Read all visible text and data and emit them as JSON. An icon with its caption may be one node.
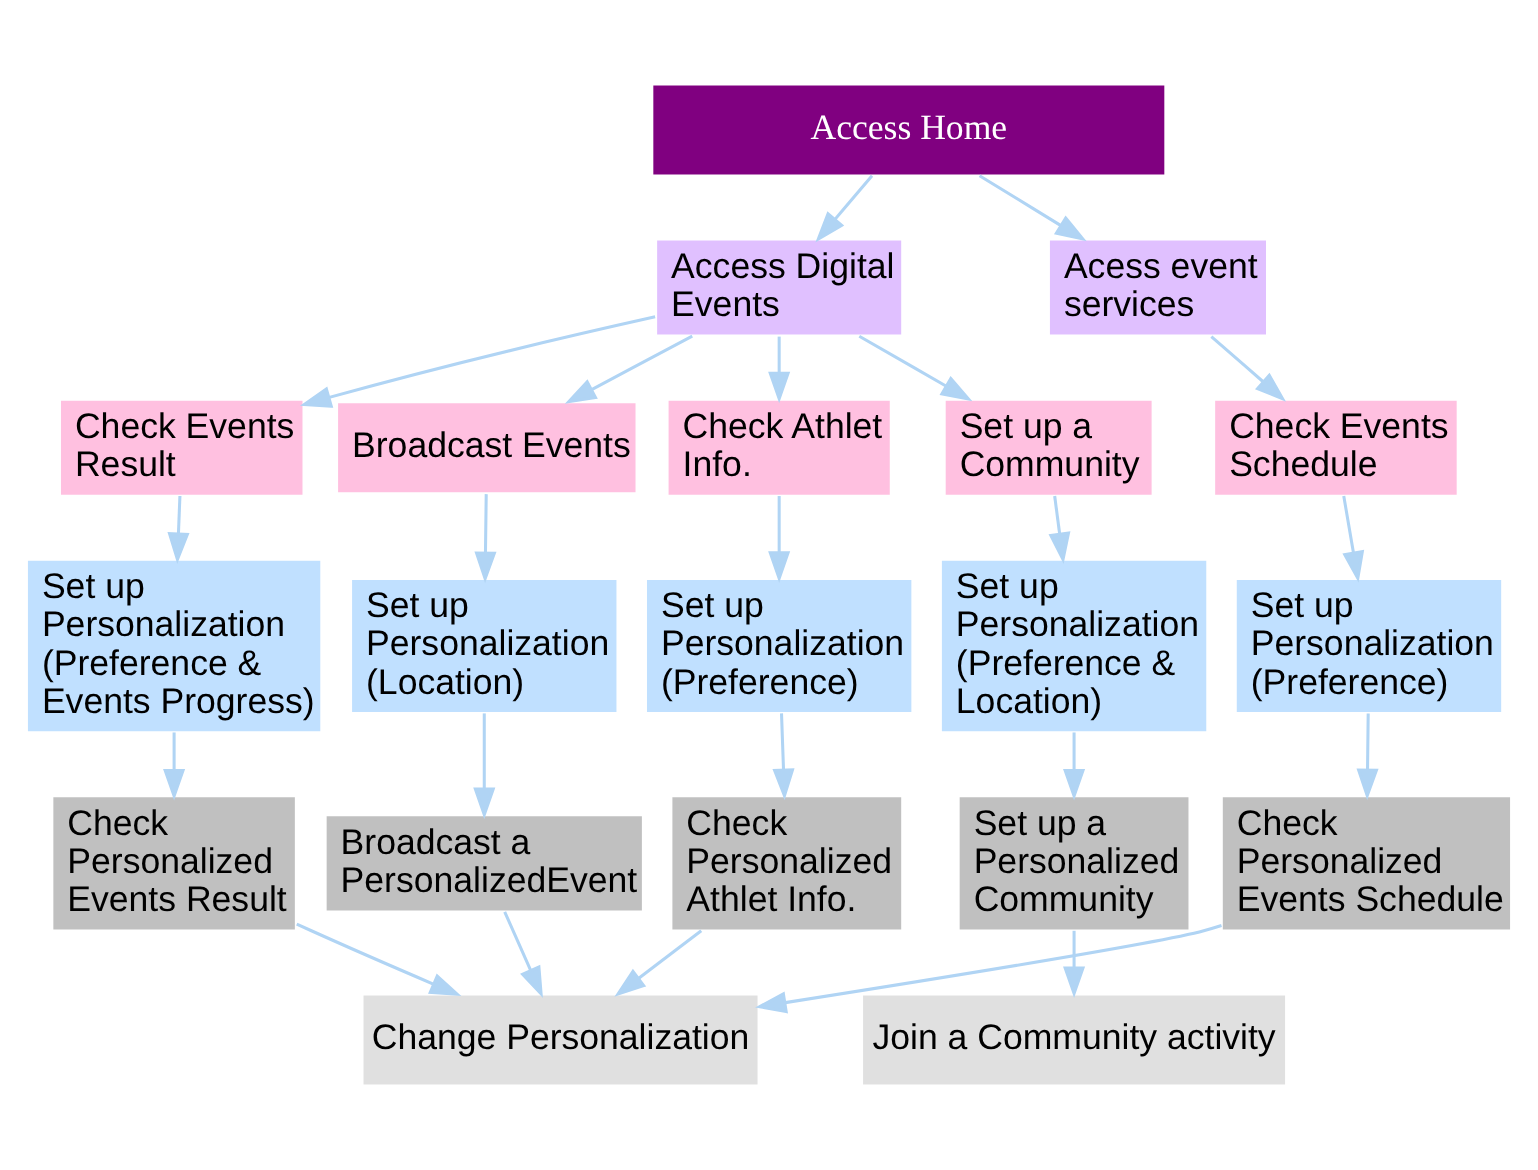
{
  "diagram": {
    "nodes": [
      {
        "text": [
          "Access Home"
        ]
      },
      {
        "text": [
          "Access Digital Events"
        ]
      },
      {
        "text": [
          "Acess event services"
        ]
      },
      {
        "text": [
          "Broadcast Events"
        ]
      },
      {
        "text": [
          "Check Athlet Info."
        ]
      },
      {
        "text": [
          "Check Events Result"
        ]
      },
      {
        "text": [
          "Set up a Community"
        ]
      },
      {
        "text": [
          "Check Events Schedule"
        ]
      },
      {
        "text": [
          "Set up Personalization (Location)"
        ]
      },
      {
        "text": [
          "Set up Personalization (Preference)"
        ]
      },
      {
        "text": [
          "Set up Personalization (Preference & Events Progress)"
        ]
      },
      {
        "text": [
          "Set up Personalization (Preference & Location)"
        ]
      },
      {
        "text": [
          "Set up Personalization (Preference)"
        ]
      },
      {
        "text": [
          "Broadcast a PersonalizedEvent"
        ]
      },
      {
        "text": [
          "Check Personalized Athlet Info."
        ]
      },
      {
        "text": [
          "Check Personalized Events Result"
        ]
      },
      {
        "text": [
          "Set up a Personalized Community"
        ]
      },
      {
        "text": [
          "Check Personalized Events Schedule"
        ]
      },
      {
        "text": [
          "Change Personalization"
        ]
      },
      {
        "text": [
          "Join a Community activity"
        ]
      }
    ],
    "edges": [
      {
        "from": 0,
        "to": 1,
        "arrow": "to"
      },
      {
        "from": 0,
        "to": 2,
        "arrow": "to"
      },
      {
        "from": 1,
        "to": 3,
        "arrow": "to"
      },
      {
        "from": 1,
        "to": 4,
        "arrow": "to"
      },
      {
        "from": 1,
        "to": 5,
        "arrow": "to"
      },
      {
        "from": 1,
        "to": 6,
        "arrow": "to"
      },
      {
        "from": 2,
        "to": 7,
        "arrow": "to"
      },
      {
        "from": 3,
        "to": 8,
        "arrow": "to"
      },
      {
        "from": 4,
        "to": 9,
        "arrow": "to"
      },
      {
        "from": 5,
        "to": 10,
        "arrow": "to"
      },
      {
        "from": 6,
        "to": 11,
        "arrow": "to"
      },
      {
        "from": 7,
        "to": 12,
        "arrow": "to"
      },
      {
        "from": 8,
        "to": 13,
        "arrow": "to"
      },
      {
        "from": 9,
        "to": 14,
        "arrow": "to"
      },
      {
        "from": 10,
        "to": 15,
        "arrow": "to"
      },
      {
        "from": 11,
        "to": 16,
        "arrow": "to"
      },
      {
        "from": 12,
        "to": 17,
        "arrow": "to"
      },
      {
        "from": 13,
        "to": 18,
        "arrow": "to"
      },
      {
        "from": 14,
        "to": 18,
        "arrow": "to"
      },
      {
        "from": 15,
        "to": 18,
        "arrow": "to"
      },
      {
        "from": 17,
        "to": 18,
        "arrow": "to"
      },
      {
        "from": 16,
        "to": 19,
        "arrow": "to"
      }
    ]
  }
}
